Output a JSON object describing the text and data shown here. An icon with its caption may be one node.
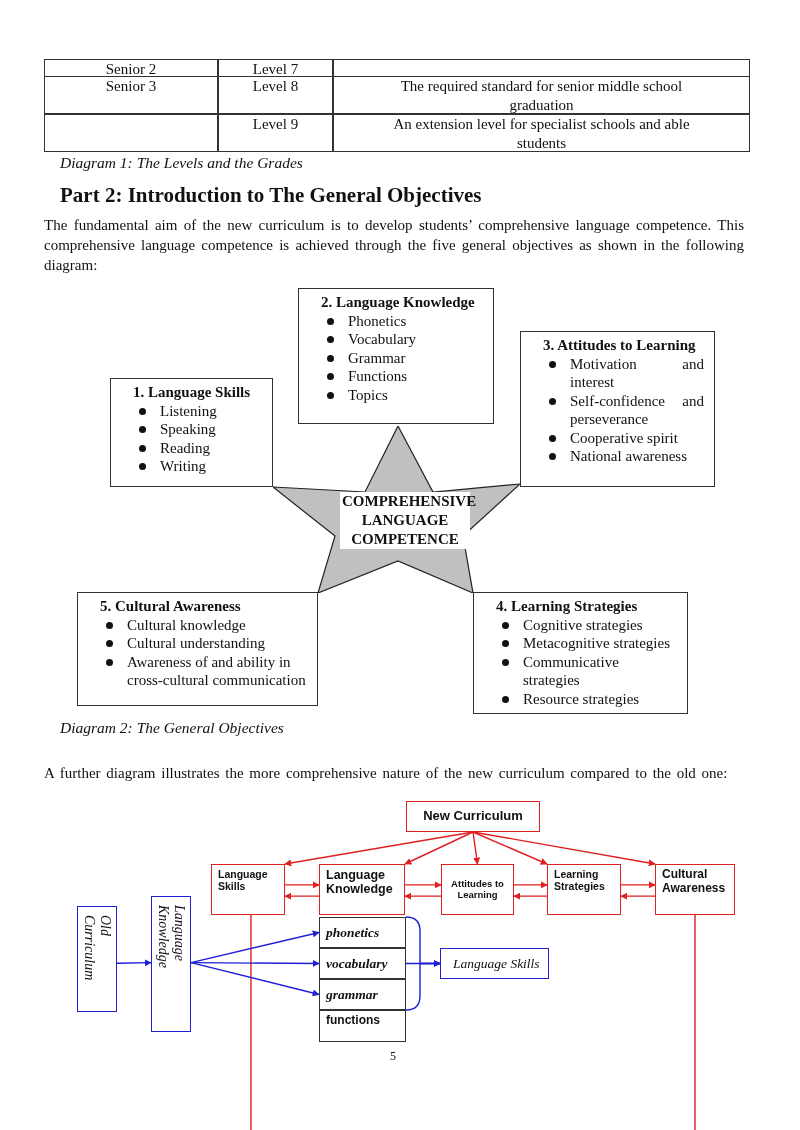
{
  "diagram": {
    "title": "Part 2: Introduction to The General Objectives",
    "nodes": [
      {
        "text": [
          "1. Language Skills",
          "Listening",
          "Speaking",
          "Reading",
          "Writing"
        ]
      },
      {
        "text": [
          "2. Language Knowledge",
          "Phonetics",
          "Vocabulary",
          "Grammar",
          "Functions",
          "Topics"
        ]
      },
      {
        "text": [
          "3. Attitudes to Learning",
          "Motivation and interest",
          "Self-confidence and perseverance",
          "Cooperative spirit",
          "National awareness"
        ]
      },
      {
        "text": [
          "COMPREHENSIVE LANGUAGE COMPETENCE"
        ]
      },
      {
        "text": [
          "5. Cultural Awareness",
          "Cultural knowledge",
          "Cultural understanding",
          "Awareness of and ability in cross-cultural communication"
        ]
      },
      {
        "text": [
          "4. Learning Strategies",
          "Cognitive strategies",
          "Metacognitive strategies",
          "Communicative strategies",
          "Resource strategies"
        ]
      },
      {
        "text": [
          "New Curriculum"
        ]
      },
      {
        "text": [
          "Language Skills"
        ]
      },
      {
        "text": [
          "Language Knowledge"
        ]
      },
      {
        "text": [
          "Attitudes to Learning"
        ]
      },
      {
        "text": [
          "Learning Strategies"
        ]
      },
      {
        "text": [
          "Cultural Awareness"
        ]
      },
      {
        "text": [
          "Old Curriculum"
        ]
      },
      {
        "text": [
          "Language Knowledge"
        ]
      },
      {
        "text": [
          "phonetics"
        ]
      },
      {
        "text": [
          "vocabulary"
        ]
      },
      {
        "text": [
          "grammar"
        ]
      },
      {
        "text": [
          "functions"
        ]
      },
      {
        "text": [
          "Language Skills"
        ]
      }
    ],
    "edges": [
      {
        "from": 6,
        "to": 7,
        "arrow": "to"
      },
      {
        "from": 6,
        "to": 8,
        "arrow": "to"
      },
      {
        "from": 6,
        "to": 9,
        "arrow": "to"
      },
      {
        "from": 6,
        "to": 10,
        "arrow": "to"
      },
      {
        "from": 6,
        "to": 11,
        "arrow": "to"
      },
      {
        "from": 7,
        "to": 8,
        "arrow": "to"
      },
      {
        "from": 8,
        "to": 7,
        "arrow": "to"
      },
      {
        "from": 8,
        "to": 9,
        "arrow": "to"
      },
      {
        "from": 9,
        "to": 8,
        "arrow": "to"
      },
      {
        "from": 9,
        "to": 10,
        "arrow": "to"
      },
      {
        "from": 10,
        "to": 9,
        "arrow": "to"
      },
      {
        "from": 10,
        "to": 11,
        "arrow": "to"
      },
      {
        "from": 11,
        "to": 10,
        "arrow": "to"
      },
      {
        "from": 7,
        "to": null,
        "arrow": "none"
      },
      {
        "from": 11,
        "to": null,
        "arrow": "none"
      },
      {
        "from": 12,
        "to": 13,
        "arrow": "to",
        "color": "#1f1fd6"
      },
      {
        "from": 13,
        "to": 14,
        "arrow": "to",
        "color": "#1f1fd6"
      },
      {
        "from": 13,
        "to": 15,
        "arrow": "to",
        "color": "#1f1fd6"
      },
      {
        "from": 13,
        "to": 16,
        "arrow": "to",
        "color": "#1f1fd6"
      },
      {
        "from": 14,
        "to": 18,
        "arrow": "to",
        "color": "#1f1fd6"
      },
      {
        "from": 15,
        "to": 18,
        "arrow": "to",
        "color": "#1f1fd6"
      },
      {
        "from": 16,
        "to": 18,
        "arrow": "to",
        "color": "#1f1fd6"
      }
    ],
    "labels": [
      "Senior 2",
      "Level 7",
      "Senior 3",
      "Level 8",
      "The required standard for senior middle school graduation",
      "Level 9",
      "An extension level for specialist schools and able students",
      "Diagram 1: The Levels and the Grades",
      "The fundamental aim of the new curriculum is to develop students’ comprehensive language competence. This comprehensive language competence is achieved through the five general objectives as shown in the following diagram:",
      "Diagram 2: The General Objectives",
      "A further diagram illustrates the more comprehensive nature of the new curriculum compared to the old one:",
      "5"
    ]
  }
}
